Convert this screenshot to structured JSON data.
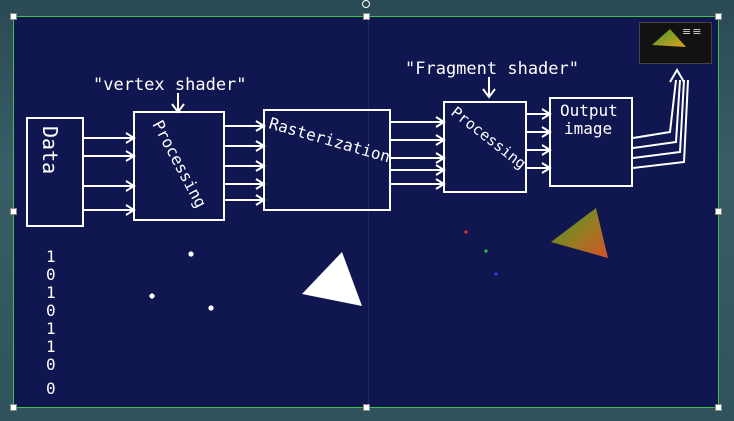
{
  "board": {
    "vertex_shader_label": "\"vertex shader\"",
    "fragment_shader_label": "\"Fragment shader\"",
    "blocks": {
      "data": "Data",
      "processing_1": "Processing",
      "rasterization": "Rasterization",
      "processing_2": "Processing",
      "output_line1": "Output",
      "output_line2": "image"
    },
    "binary_digits": [
      "1",
      "0",
      "1",
      "0",
      "1",
      "1",
      "0",
      "0"
    ]
  },
  "preview": {
    "label": "≡≡"
  },
  "colors": {
    "board_bg": "#101650",
    "chalk": "#ffffff",
    "selection": "#3fc23f",
    "triangle_warm": "#d4512a",
    "triangle_green": "#4aa02a"
  }
}
